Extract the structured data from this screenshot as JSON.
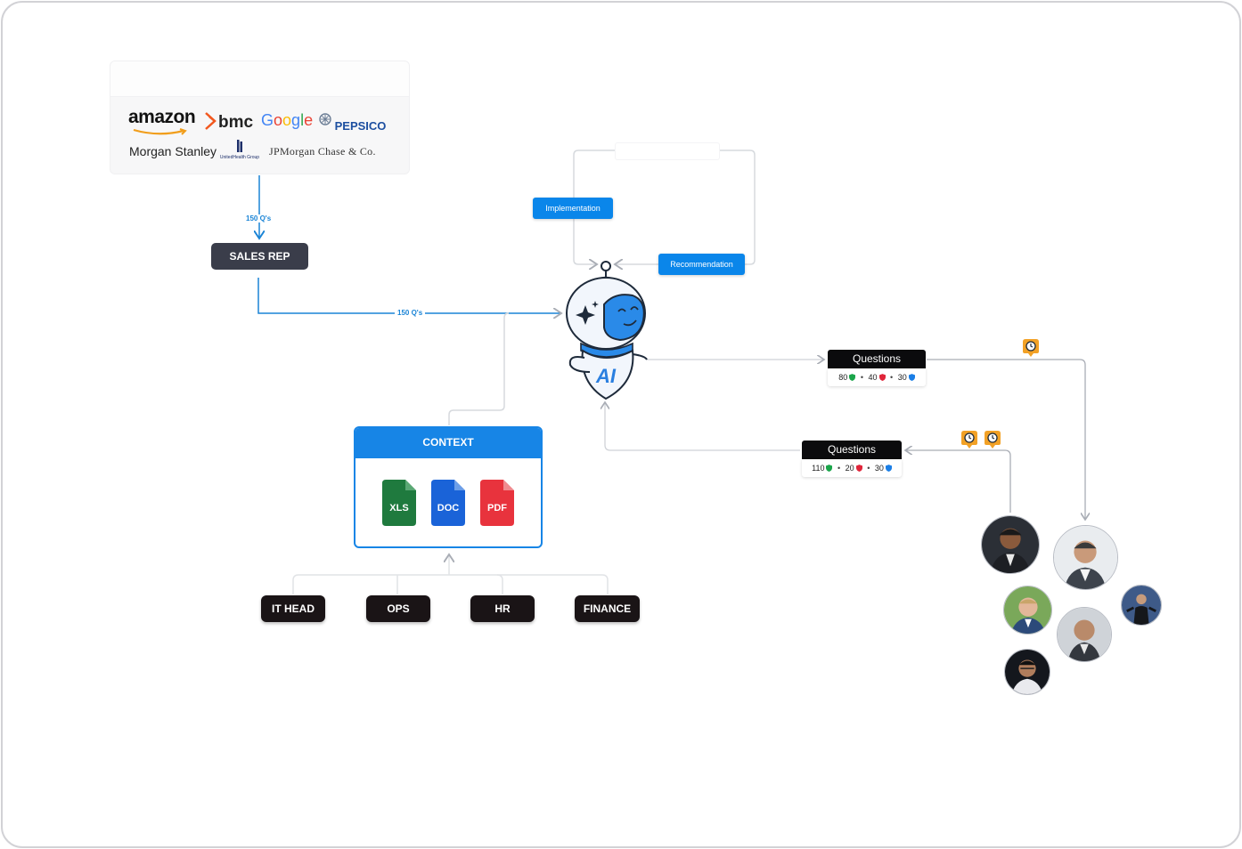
{
  "clients": {
    "heading": "",
    "logos": [
      "amazon",
      "bmc",
      "Google",
      "PEPSICO",
      "Morgan Stanley",
      "UnitedHealth Group",
      "JPMorgan Chase & Co."
    ]
  },
  "edges": {
    "clients_to_sales": "150 Q's",
    "sales_to_ai": "150 Q's"
  },
  "nodes": {
    "sales_rep": "SALES REP",
    "ai_group_label": "",
    "implementation": "Implementation",
    "recommendation": "Recommendation",
    "robot_text": "AI",
    "context": "CONTEXT",
    "files": [
      "XLS",
      "DOC",
      "PDF"
    ],
    "departments": [
      "IT HEAD",
      "OPS",
      "HR",
      "FINANCE"
    ]
  },
  "questions_out": {
    "title": "Questions",
    "green": "80",
    "red": "40",
    "blue": "30"
  },
  "questions_in": {
    "title": "Questions",
    "green": "110",
    "red": "20",
    "blue": "30"
  },
  "colors": {
    "accent_blue": "#0a86ea",
    "context_blue": "#1785e6",
    "dark_pill": "#3a3d4a",
    "black_pill": "#1a1416",
    "clock_orange": "#f2a126",
    "shield_green": "#1aa54a",
    "shield_red": "#e0253a",
    "shield_blue": "#1a7ee6",
    "xls_green": "#1f7a3e",
    "doc_blue": "#1a63d8",
    "pdf_red": "#e8333d"
  },
  "icons": [
    "robot-icon",
    "clock-icon",
    "shield-icon",
    "xls-file-icon",
    "doc-file-icon",
    "pdf-file-icon"
  ]
}
